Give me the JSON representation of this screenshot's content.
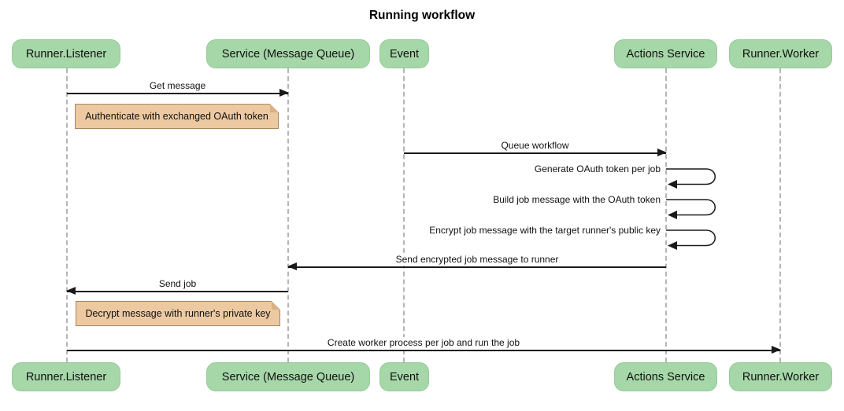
{
  "title": "Running workflow",
  "diagram_type": "sequence",
  "actors": [
    {
      "id": "runner-listener",
      "label": "Runner.Listener"
    },
    {
      "id": "service-message-queue",
      "label": "Service (Message Queue)"
    },
    {
      "id": "event",
      "label": "Event"
    },
    {
      "id": "actions-service",
      "label": "Actions Service"
    },
    {
      "id": "runner-worker",
      "label": "Runner.Worker"
    }
  ],
  "messages": [
    {
      "text": "Get message",
      "from": "Runner.Listener",
      "to": "Service (Message Queue)",
      "kind": "solid-arrow"
    },
    {
      "text": "Queue workflow",
      "from": "Event",
      "to": "Actions Service",
      "kind": "solid-arrow"
    },
    {
      "text": "Generate OAuth token per job",
      "from": "Actions Service",
      "to": "Actions Service",
      "kind": "self"
    },
    {
      "text": "Build job message with the OAuth token",
      "from": "Actions Service",
      "to": "Actions Service",
      "kind": "self"
    },
    {
      "text": "Encrypt job message with the target runner's public key",
      "from": "Actions Service",
      "to": "Actions Service",
      "kind": "self"
    },
    {
      "text": "Send encrypted job message to runner",
      "from": "Actions Service",
      "to": "Service (Message Queue)",
      "kind": "solid-arrow"
    },
    {
      "text": "Send job",
      "from": "Service (Message Queue)",
      "to": "Runner.Listener",
      "kind": "solid-arrow"
    },
    {
      "text": "Create worker process per job and run the job",
      "from": "Runner.Listener",
      "to": "Runner.Worker",
      "kind": "solid-arrow"
    }
  ],
  "notes": [
    {
      "text": "Authenticate with exchanged OAuth token",
      "over": "Runner.Listener"
    },
    {
      "text": "Decrypt message with runner's private key",
      "over": "Runner.Listener"
    }
  ],
  "colors": {
    "actor_fill": "#a6d7a8",
    "actor_border": "#96ca98",
    "note_fill": "#edc9a2",
    "note_border": "#a8855d",
    "lifeline": "#b5b5b5",
    "line": "#1a1a1a",
    "text": "#111111",
    "background": "#ffffff"
  }
}
